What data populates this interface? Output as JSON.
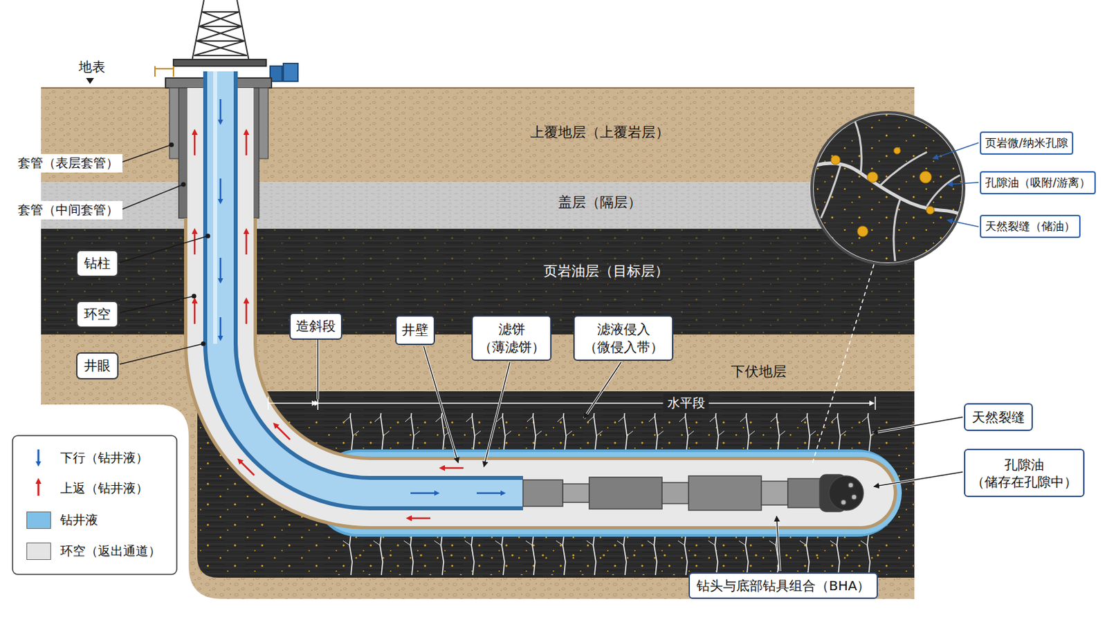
{
  "diagram": {
    "nodes": [
      {
        "text": [
          "页岩微/纳米孔隙"
        ]
      },
      {
        "text": [
          "孔隙油（吸附/游离）"
        ]
      },
      {
        "text": [
          "天然裂缝（储油）"
        ]
      },
      {
        "text": [
          "钻柱"
        ]
      },
      {
        "text": [
          "环空"
        ]
      },
      {
        "text": [
          "造斜段"
        ]
      },
      {
        "text": [
          "井壁"
        ]
      },
      {
        "text": [
          "滤饼 （薄滤饼）"
        ]
      },
      {
        "text": [
          "滤液侵入 （微侵入带）"
        ]
      },
      {
        "text": [
          "井眼"
        ]
      },
      {
        "text": [
          "天然裂缝"
        ]
      },
      {
        "text": [
          "孔隙油 （储存在孔隙中）"
        ]
      },
      {
        "text": [
          "钻头与底部钻具组合（BHA）"
        ]
      }
    ],
    "labels": [
      "地表",
      "套管（表层套管）",
      "套管（中间套管）",
      "上覆地层（上覆岩层）",
      "盖层（隔层）",
      "页岩油层（目标层）",
      "下伏地层",
      "水平段"
    ],
    "legend": [
      {
        "text": "下行（钻井液）"
      },
      {
        "text": "上返（钻井液）"
      },
      {
        "text": "钻井液",
        "color": "#7fc0e8"
      },
      {
        "text": "环空（返出通道）",
        "color": "#e4e4e4"
      }
    ]
  }
}
